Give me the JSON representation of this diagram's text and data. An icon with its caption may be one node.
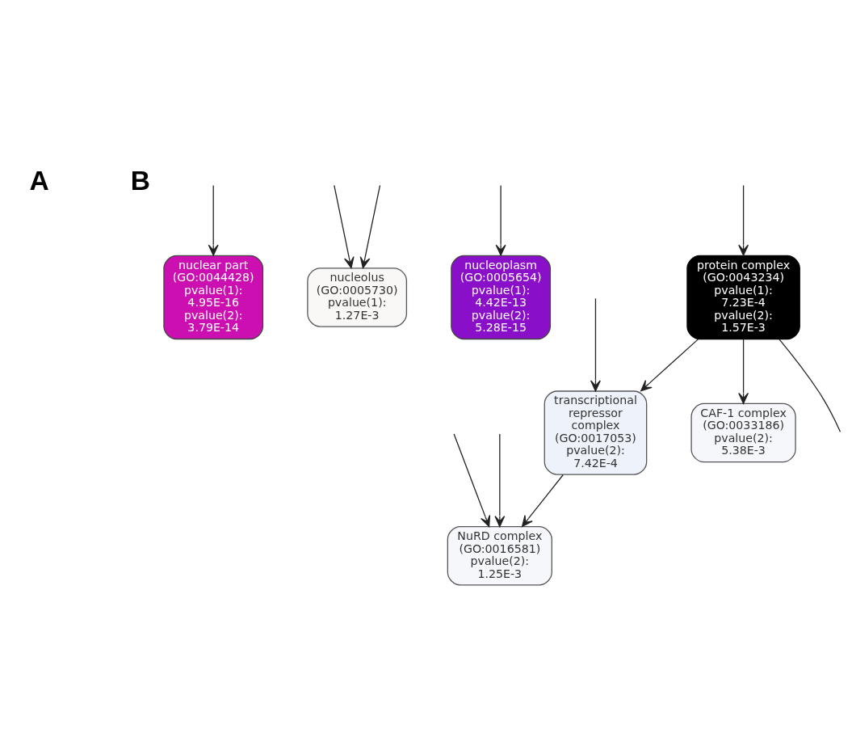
{
  "diagram": {
    "nodes": [
      {
        "text": [
          "nuclear part (GO:0044428) pvalue(1): 4.95E-16 pvalue(2): 3.79E-14"
        ]
      },
      {
        "text": [
          "nucleolus (GO:0005730) pvalue(1): 1.27E-3"
        ]
      },
      {
        "text": [
          "nucleoplasm (GO:0005654) pvalue(1): 4.42E-13 pvalue(2): 5.28E-15"
        ]
      },
      {
        "text": [
          "protein complex (GO:0043234) pvalue(1): 7.23E-4 pvalue(2): 1.57E-3"
        ]
      },
      {
        "text": [
          "CAF-1 complex (GO:0033186) pvalue(2): 5.38E-3"
        ]
      },
      {
        "text": [
          "transcriptional repressor complex (GO:0017053) pvalue(2): 7.42E-4"
        ]
      },
      {
        "text": [
          "NuRD complex (GO:0016581) pvalue(2): 1.25E-3"
        ]
      }
    ],
    "edges": [
      {
        "from": null,
        "to": 0,
        "arrow": "to"
      },
      {
        "from": null,
        "to": 1,
        "arrow": "to"
      },
      {
        "from": null,
        "to": 1,
        "arrow": "to"
      },
      {
        "from": null,
        "to": 2,
        "arrow": "to"
      },
      {
        "from": 3,
        "to": null,
        "arrow": "none"
      },
      {
        "from": null,
        "to": 3,
        "arrow": "to"
      },
      {
        "from": 3,
        "to": 4,
        "arrow": "to"
      },
      {
        "from": 3,
        "to": 5,
        "arrow": "to"
      },
      {
        "from": null,
        "to": 5,
        "arrow": "to"
      },
      {
        "from": 5,
        "to": 6,
        "arrow": "to"
      },
      {
        "from": null,
        "to": 6,
        "arrow": "to"
      },
      {
        "from": null,
        "to": 6,
        "arrow": "to"
      }
    ],
    "labels": [
      "A",
      "B"
    ]
  }
}
